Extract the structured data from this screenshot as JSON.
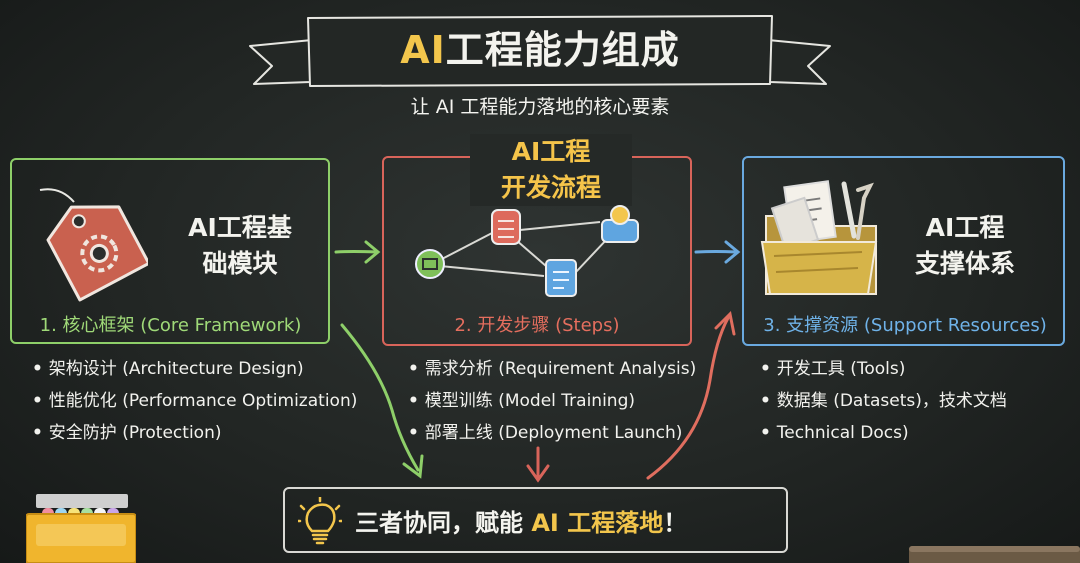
{
  "title": {
    "prefix": "AI",
    "rest": "工程能力组成"
  },
  "subtitle": "让 AI 工程能力落地的核心要素",
  "modules": [
    {
      "heading_line1": "AI工程基",
      "heading_line2": "础模块",
      "caption": "1. 核心框架 (Core Framework)",
      "items": [
        "架构设计 (Architecture Design)",
        "性能优化 (Performance Optimization)",
        "安全防护 (Protection)"
      ],
      "icon": "gear-tag-icon",
      "color": "#8ecf69"
    },
    {
      "heading_line1": "AI工程",
      "heading_line2": "开发流程",
      "caption": "2. 开发步骤 (Steps)",
      "items": [
        "需求分析 (Requirement Analysis)",
        "模型训练 (Model Training)",
        "部署上线 (Deployment Launch)"
      ],
      "icon": "workflow-nodes-icon",
      "color": "#d8645a"
    },
    {
      "heading_line1": "AI工程",
      "heading_line2": "支撑体系",
      "caption": "3. 支撑资源 (Support Resources)",
      "items": [
        "开发工具 (Tools)",
        "数据集 (Datasets)，技术文档",
        "Technical Docs)"
      ],
      "icon": "folder-tools-icon",
      "color": "#6aa9df"
    }
  ],
  "bottom": {
    "prefix": "三者协同，赋能 ",
    "highlight": "AI 工程落地",
    "suffix": "！",
    "icon": "lightbulb-icon"
  },
  "accent": "#f3c64c"
}
